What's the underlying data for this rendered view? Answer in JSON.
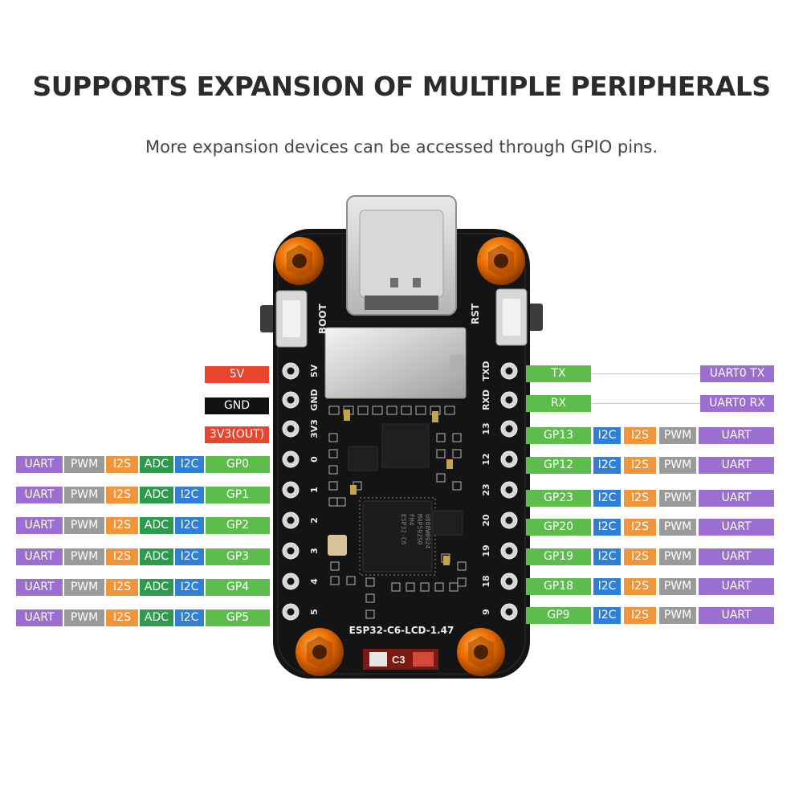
{
  "header": {
    "title": "SUPPORTS EXPANSION OF MULTIPLE PERIPHERALS",
    "subtitle": "More expansion devices can be accessed through GPIO pins."
  },
  "colors": {
    "uart": "#9b6fcf",
    "pwm": "#9a9a9a",
    "i2s": "#f0953a",
    "adc": "#2e9a4e",
    "i2c": "#2f7fd6",
    "gpio": "#5cbd4c",
    "power5v": "#e8452c",
    "gnd": "#111111",
    "v33": "#e8452c"
  },
  "board": {
    "model": "ESP32-C6-LCD-1.47",
    "chip_marking": [
      "ESP32-C6",
      "FH4",
      "M4P592S0",
      "U808W0924"
    ],
    "silk_c3": "C3",
    "boot_label": "BOOT",
    "rst_label": "RST",
    "left_pin_labels": [
      "5V",
      "GND",
      "3V3",
      "0",
      "1",
      "2",
      "3",
      "4",
      "5"
    ],
    "right_pin_labels": [
      "TXD",
      "RXD",
      "13",
      "12",
      "23",
      "20",
      "19",
      "18",
      "9"
    ]
  },
  "power_pins": [
    {
      "label": "5V",
      "color": "#e8452c"
    },
    {
      "label": "GND",
      "color": "#111111"
    },
    {
      "label": "3V3(OUT)",
      "color": "#e8452c"
    }
  ],
  "left_pins": [
    {
      "gpio": "GP0",
      "funcs": [
        "UART",
        "PWM",
        "I2S",
        "ADC",
        "I2C"
      ]
    },
    {
      "gpio": "GP1",
      "funcs": [
        "UART",
        "PWM",
        "I2S",
        "ADC",
        "I2C"
      ]
    },
    {
      "gpio": "GP2",
      "funcs": [
        "UART",
        "PWM",
        "I2S",
        "ADC",
        "I2C"
      ]
    },
    {
      "gpio": "GP3",
      "funcs": [
        "UART",
        "PWM",
        "I2S",
        "ADC",
        "I2C"
      ]
    },
    {
      "gpio": "GP4",
      "funcs": [
        "UART",
        "PWM",
        "I2S",
        "ADC",
        "I2C"
      ]
    },
    {
      "gpio": "GP5",
      "funcs": [
        "UART",
        "PWM",
        "I2S",
        "ADC",
        "I2C"
      ]
    }
  ],
  "uart_pins": [
    {
      "pin": "TX",
      "func": "UART0 TX"
    },
    {
      "pin": "RX",
      "func": "UART0 RX"
    }
  ],
  "right_pins": [
    {
      "gpio": "GP13",
      "funcs": [
        "I2C",
        "I2S",
        "PWM",
        "UART"
      ]
    },
    {
      "gpio": "GP12",
      "funcs": [
        "I2C",
        "I2S",
        "PWM",
        "UART"
      ]
    },
    {
      "gpio": "GP23",
      "funcs": [
        "I2C",
        "I2S",
        "PWM",
        "UART"
      ]
    },
    {
      "gpio": "GP20",
      "funcs": [
        "I2C",
        "I2S",
        "PWM",
        "UART"
      ]
    },
    {
      "gpio": "GP19",
      "funcs": [
        "I2C",
        "I2S",
        "PWM",
        "UART"
      ]
    },
    {
      "gpio": "GP18",
      "funcs": [
        "I2C",
        "I2S",
        "PWM",
        "UART"
      ]
    },
    {
      "gpio": "GP9",
      "funcs": [
        "I2C",
        "I2S",
        "PWM",
        "UART"
      ]
    }
  ]
}
